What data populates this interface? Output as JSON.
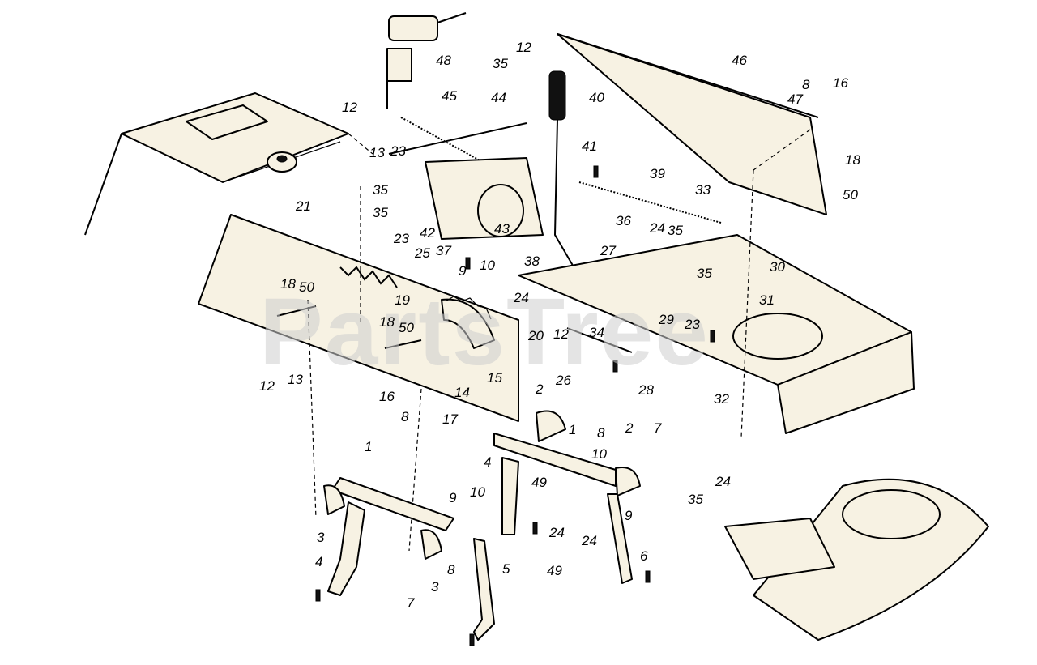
{
  "watermark": "PartsTree",
  "callouts": [
    {
      "id": "48",
      "t": "48"
    },
    {
      "id": "35a",
      "t": "35"
    },
    {
      "id": "12a",
      "t": "12"
    },
    {
      "id": "40",
      "t": "40"
    },
    {
      "id": "46",
      "t": "46"
    },
    {
      "id": "8a",
      "t": "8"
    },
    {
      "id": "16a",
      "t": "16"
    },
    {
      "id": "47",
      "t": "47"
    },
    {
      "id": "45",
      "t": "45"
    },
    {
      "id": "44",
      "t": "44"
    },
    {
      "id": "12b",
      "t": "12"
    },
    {
      "id": "41",
      "t": "41"
    },
    {
      "id": "18a",
      "t": "18"
    },
    {
      "id": "13a",
      "t": "13"
    },
    {
      "id": "23a",
      "t": "23"
    },
    {
      "id": "50a",
      "t": "50"
    },
    {
      "id": "35b",
      "t": "35"
    },
    {
      "id": "39",
      "t": "39"
    },
    {
      "id": "33",
      "t": "33"
    },
    {
      "id": "35c",
      "t": "35"
    },
    {
      "id": "21",
      "t": "21"
    },
    {
      "id": "23b",
      "t": "23"
    },
    {
      "id": "42",
      "t": "42"
    },
    {
      "id": "37",
      "t": "37"
    },
    {
      "id": "43",
      "t": "43"
    },
    {
      "id": "36",
      "t": "36"
    },
    {
      "id": "24a",
      "t": "24"
    },
    {
      "id": "35d",
      "t": "35"
    },
    {
      "id": "25",
      "t": "25"
    },
    {
      "id": "27",
      "t": "27"
    },
    {
      "id": "38",
      "t": "38"
    },
    {
      "id": "9a",
      "t": "9"
    },
    {
      "id": "10a",
      "t": "10"
    },
    {
      "id": "30",
      "t": "30"
    },
    {
      "id": "35e",
      "t": "35"
    },
    {
      "id": "18b",
      "t": "18"
    },
    {
      "id": "50b",
      "t": "50"
    },
    {
      "id": "24b",
      "t": "24"
    },
    {
      "id": "31",
      "t": "31"
    },
    {
      "id": "19",
      "t": "19"
    },
    {
      "id": "29",
      "t": "29"
    },
    {
      "id": "23c",
      "t": "23"
    },
    {
      "id": "12c",
      "t": "12"
    },
    {
      "id": "34",
      "t": "34"
    },
    {
      "id": "18c",
      "t": "18"
    },
    {
      "id": "50c",
      "t": "50"
    },
    {
      "id": "20",
      "t": "20"
    },
    {
      "id": "12d",
      "t": "12"
    },
    {
      "id": "13b",
      "t": "13"
    },
    {
      "id": "16b",
      "t": "16"
    },
    {
      "id": "14",
      "t": "14"
    },
    {
      "id": "15",
      "t": "15"
    },
    {
      "id": "26",
      "t": "26"
    },
    {
      "id": "28",
      "t": "28"
    },
    {
      "id": "32",
      "t": "32"
    },
    {
      "id": "8b",
      "t": "8"
    },
    {
      "id": "17",
      "t": "17"
    },
    {
      "id": "2a",
      "t": "2"
    },
    {
      "id": "1a",
      "t": "1"
    },
    {
      "id": "8c",
      "t": "8"
    },
    {
      "id": "2b",
      "t": "2"
    },
    {
      "id": "7a",
      "t": "7"
    },
    {
      "id": "1b",
      "t": "1"
    },
    {
      "id": "10b",
      "t": "10"
    },
    {
      "id": "4a",
      "t": "4"
    },
    {
      "id": "49a",
      "t": "49"
    },
    {
      "id": "9b",
      "t": "9"
    },
    {
      "id": "24c",
      "t": "24"
    },
    {
      "id": "35f",
      "t": "35"
    },
    {
      "id": "9c",
      "t": "9"
    },
    {
      "id": "10c",
      "t": "10"
    },
    {
      "id": "24d",
      "t": "24"
    },
    {
      "id": "24e",
      "t": "24"
    },
    {
      "id": "6",
      "t": "6"
    },
    {
      "id": "49b",
      "t": "49"
    },
    {
      "id": "3a",
      "t": "3"
    },
    {
      "id": "4b",
      "t": "4"
    },
    {
      "id": "8d",
      "t": "8"
    },
    {
      "id": "3b",
      "t": "3"
    },
    {
      "id": "5",
      "t": "5"
    },
    {
      "id": "7b",
      "t": "7"
    }
  ]
}
